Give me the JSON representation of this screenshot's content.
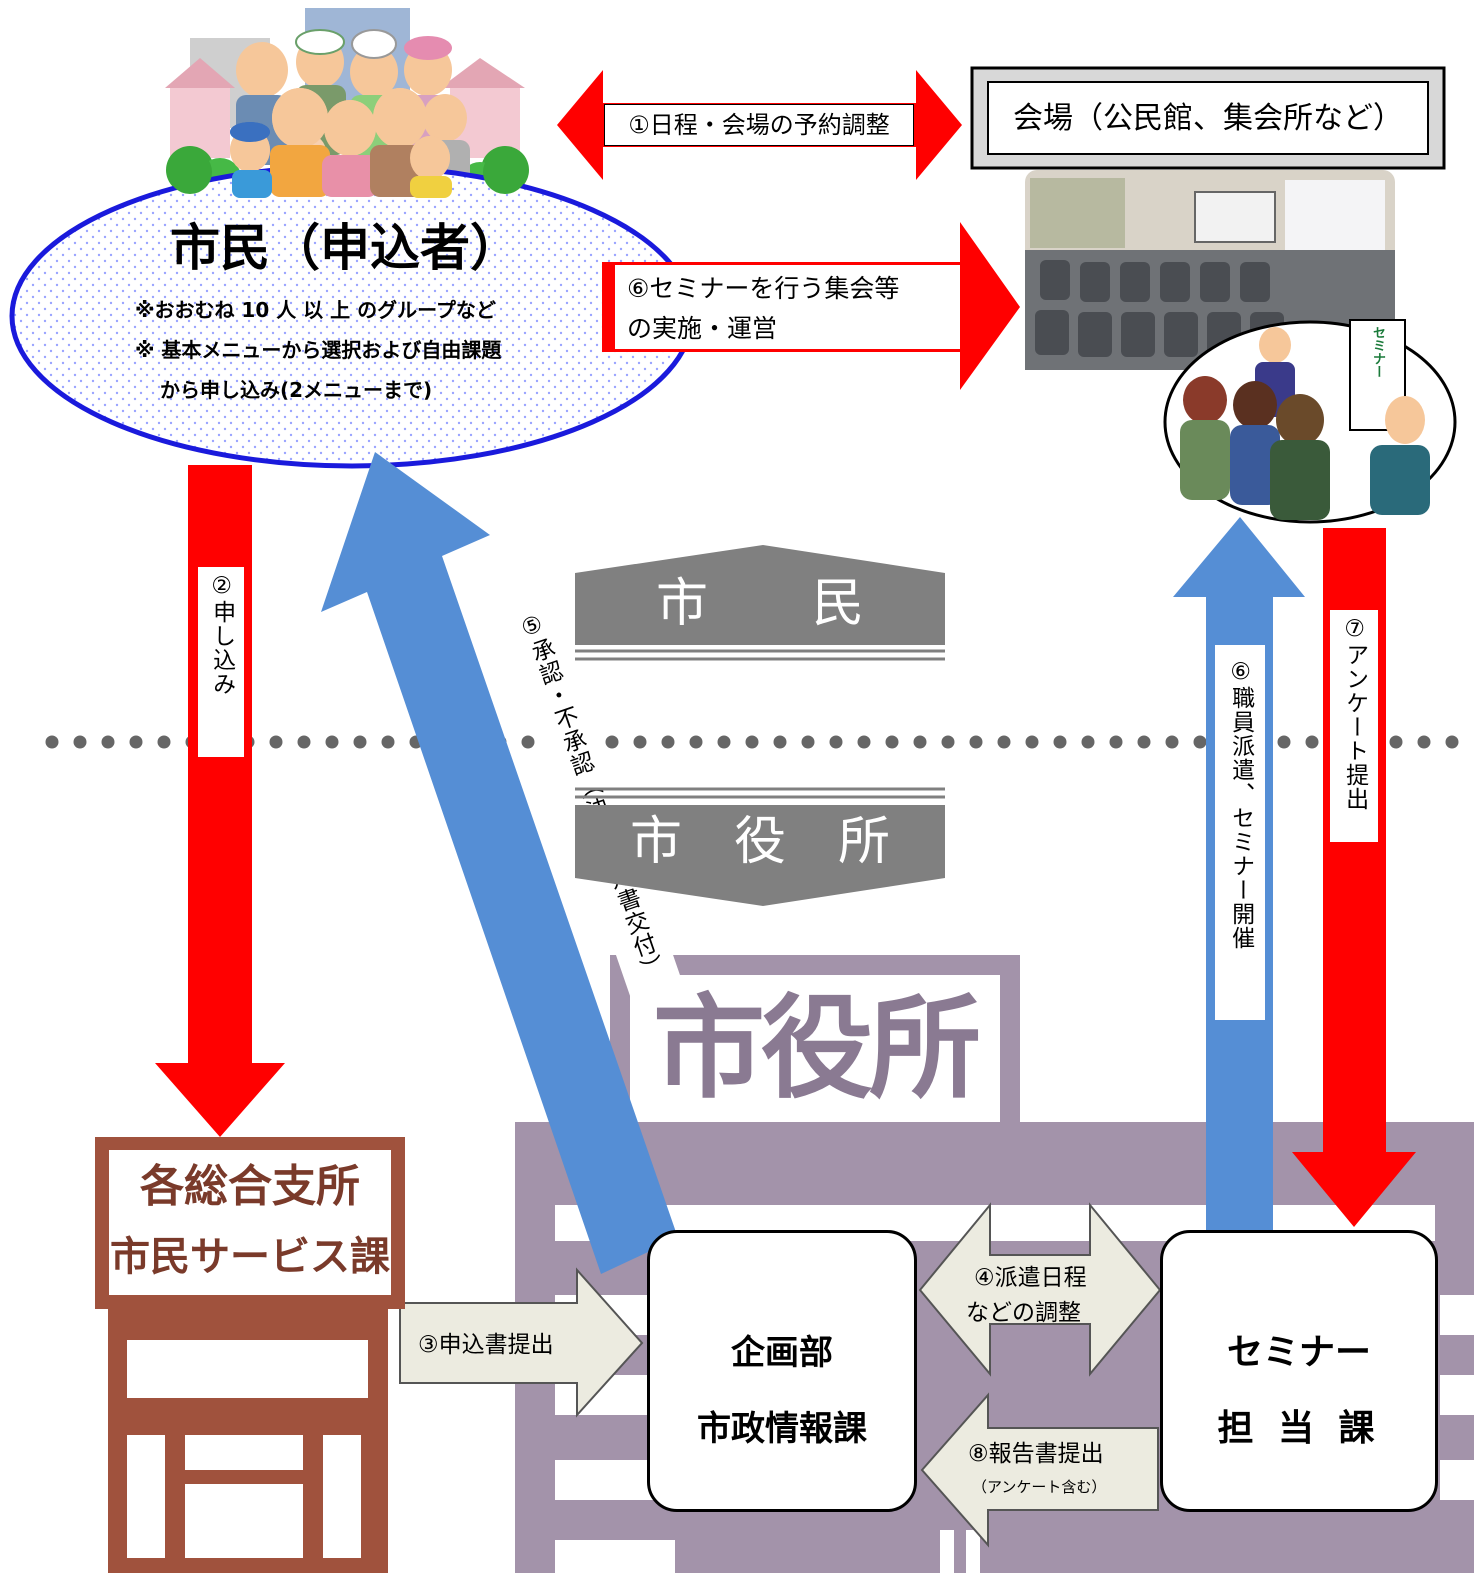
{
  "citizen": {
    "title": "市民（申込者）",
    "note1": "※おおむね 10 人 以 上 のグループなど",
    "note2": "※ 基本メニューから選択および自由課題",
    "note3": "から申し込み(2メニューまで)"
  },
  "venue": {
    "title": "会場（公民館、集会所など）",
    "seminar_board": "セミナー"
  },
  "steps": {
    "s1": "①日程・会場の予約調整",
    "s2": "②申し込み",
    "s3": "③申込書提出",
    "s4_line1": "④派遣日程",
    "s4_line2": "などの調整",
    "s5": "⑤承認・不承認（決定通知書交付）",
    "s6_top_line1": "⑥セミナーを行う集会等",
    "s6_top_line2": "の実施・運営",
    "s6_vertical": "⑥職員派遣、セミナー開催",
    "s7": "⑦アンケート提出",
    "s8_line1": "⑧報告書提出",
    "s8_line2": "（アンケート含む）"
  },
  "zones": {
    "citizen_zone": "市　　民",
    "city_zone": "市　役　所"
  },
  "offices": {
    "branch_line1": "各総合支所",
    "branch_line2": "市民サービス課",
    "planning_line1": "企画部",
    "planning_line2": "市政情報課",
    "seminar_line1": "セミナー",
    "seminar_line2": "担 当 課",
    "cityhall_sign": "市役所"
  },
  "colors": {
    "red_arrow": "#ff0000",
    "blue_arrow": "#558ed5",
    "gray_label": "#808080",
    "building_brown": "#a0523d",
    "cityhall_purple": "#a393aa",
    "ellipse_border": "#1a1adc",
    "dot_line": "#666666",
    "beige_arrow": "#ecebe0"
  }
}
